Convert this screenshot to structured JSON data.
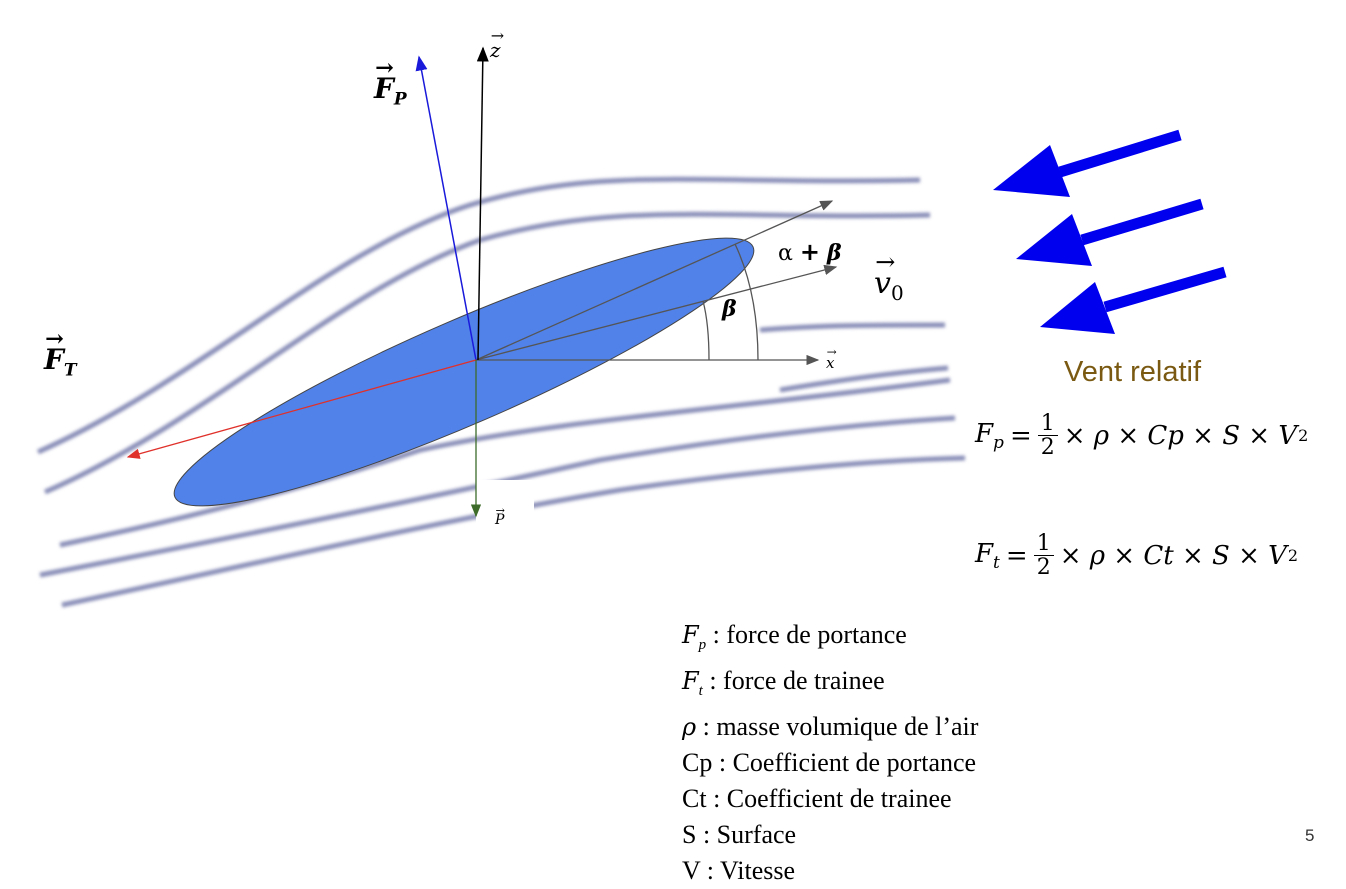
{
  "diagram": {
    "colors": {
      "wing": "#5182ea",
      "streamline": "#8a8fb8",
      "lift": "#1a1adb",
      "drag": "#e0302a",
      "weight": "#3d6b2a",
      "axis": "#555555",
      "wind": "#0000ee",
      "vent_label": "#7a5a12"
    },
    "labels": {
      "lift": {
        "base": "F",
        "sub": "P"
      },
      "drag": {
        "base": "F",
        "sub": "T"
      },
      "z_axis": "z",
      "x_axis": "x",
      "weight": "P",
      "velocity": {
        "base": "v",
        "sub": "0"
      },
      "alpha_plus_beta": {
        "alpha": "α",
        "plus": "+",
        "beta": "β"
      },
      "beta": "β"
    },
    "wind_label": "Vent relatif"
  },
  "equations": [
    {
      "var": "F",
      "sub": "p",
      "eq": "=",
      "num": "1",
      "den": "2",
      "rhs": "× ρ × Cp × S × V",
      "exp": "2"
    },
    {
      "var": "F",
      "sub": "t",
      "eq": "=",
      "num": "1",
      "den": "2",
      "rhs": "× ρ × Ct × S × V",
      "exp": "2"
    }
  ],
  "legend": [
    {
      "symbol": "F",
      "sub": "p",
      "text": " : force de portance"
    },
    {
      "symbol": "F",
      "sub": "t",
      "text": " : force de trainee"
    },
    {
      "symbol": "ρ",
      "sub": "",
      "text": " : masse volumique de l’air"
    },
    {
      "symbol": "",
      "sub": "",
      "text": "Cp : Coefficient de portance"
    },
    {
      "symbol": "",
      "sub": "",
      "text": "Ct : Coefficient de trainee"
    },
    {
      "symbol": "",
      "sub": "",
      "text": "S : Surface"
    },
    {
      "symbol": "",
      "sub": "",
      "text": "V : Vitesse"
    }
  ],
  "page_number": "5"
}
